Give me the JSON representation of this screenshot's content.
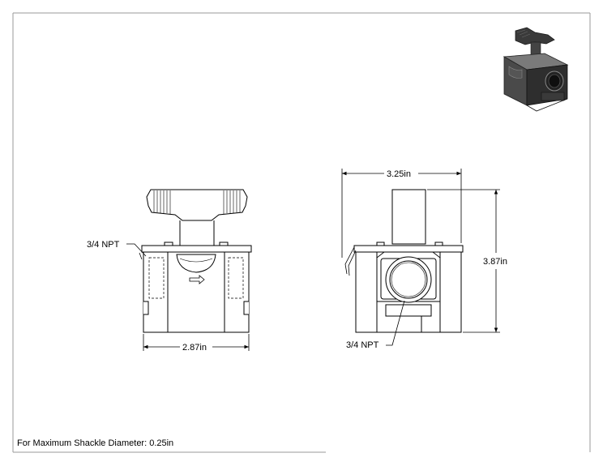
{
  "drawing": {
    "left_view": {
      "npt_label": "3/4 NPT",
      "width_dim": "2.87in"
    },
    "right_view": {
      "width_dim": "3.25in",
      "height_dim": "3.87in",
      "npt_label": "3/4 NPT"
    },
    "footer_note": "For Maximum Shackle Diameter: 0.25in"
  }
}
